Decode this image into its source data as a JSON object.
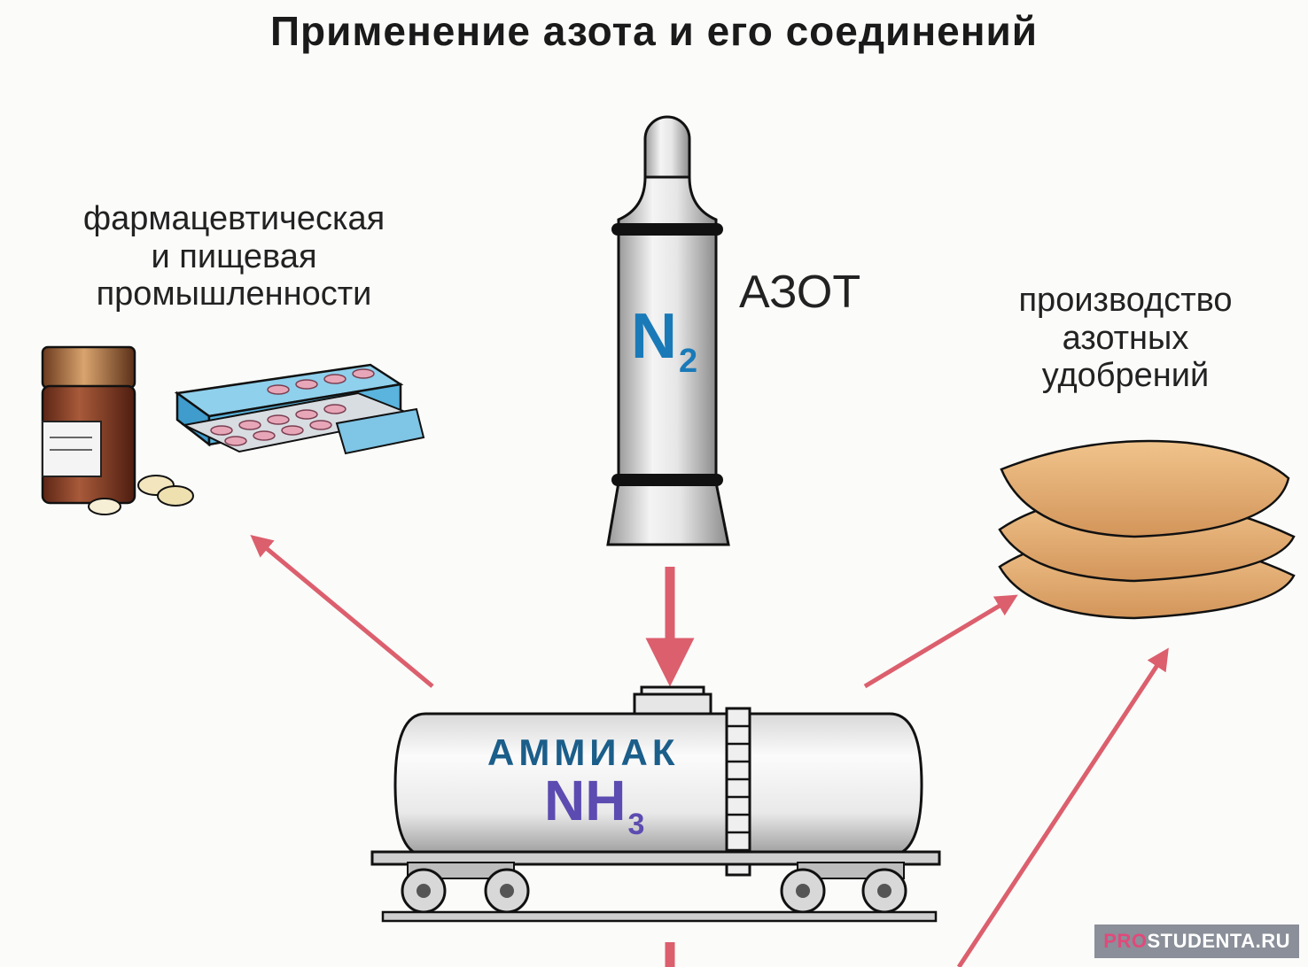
{
  "title": "Применение азота и его соединений",
  "labels": {
    "pharma": [
      "фармацевтическая",
      "и пищевая",
      "промышленности"
    ],
    "fertilizer": [
      "производство",
      "азотных",
      "удобрений"
    ],
    "nitrogen": "АЗОТ"
  },
  "cylinder": {
    "formula_main": "N",
    "formula_sub": "2"
  },
  "tank": {
    "name": "АММИАК",
    "formula_main": "NH",
    "formula_sub": "3"
  },
  "watermark": {
    "prefix": "PRO",
    "rest": "STUDENTA.RU"
  },
  "colors": {
    "arrow": "#dc5f6d",
    "formula_blue": "#1a7ab8",
    "formula_purple": "#5c4bb0",
    "bag": "#e2a867",
    "bottle": "#8a3e2a",
    "blister_box": "#5ab4dd"
  }
}
